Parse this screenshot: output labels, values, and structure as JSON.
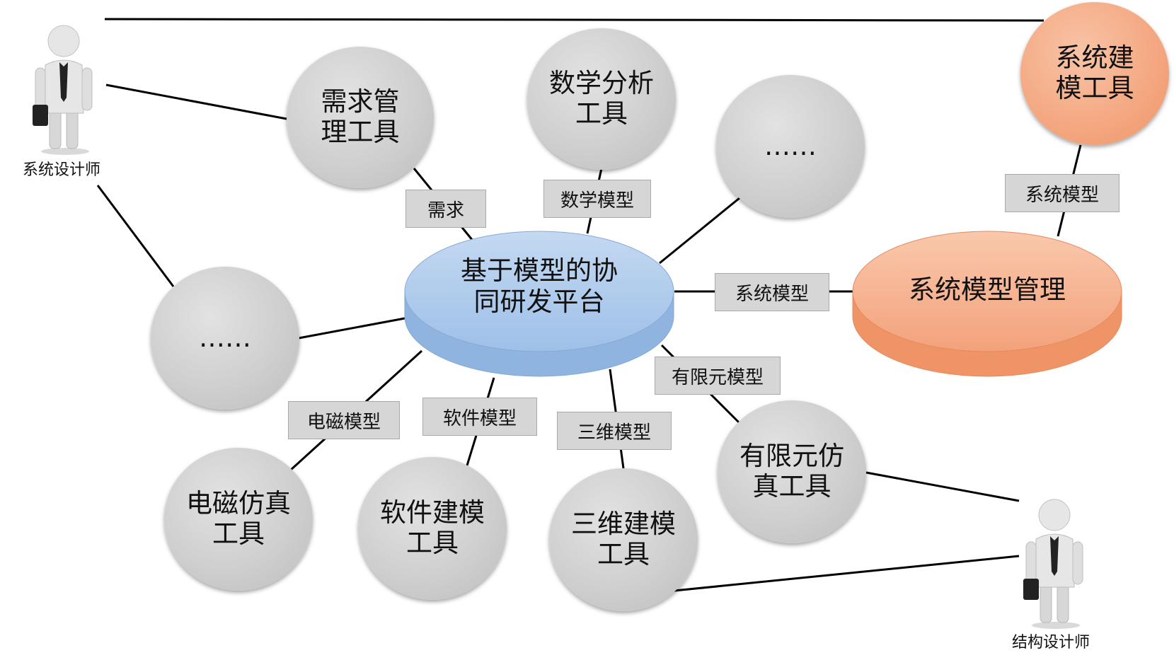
{
  "platform": {
    "label": "基于模型的协\n同研发平台"
  },
  "model_mgmt": {
    "label": "系统模型管理"
  },
  "tools": {
    "requirements": "需求管\n理工具",
    "math": "数学分析\n工具",
    "placeholder_top": "……",
    "placeholder_left": "……",
    "sysml": "系统建\n模工具",
    "em": "电磁仿真\n工具",
    "software": "软件建模\n工具",
    "cad3d": "三维建模\n工具",
    "fea": "有限元仿\n真工具"
  },
  "labels": {
    "req": "需求",
    "math_model": "数学模型",
    "sys_model_top": "系统模型",
    "sys_model_mid": "系统模型",
    "em_model": "电磁模型",
    "sw_model": "软件模型",
    "cad_model": "三维模型",
    "fea_model": "有限元模型"
  },
  "people": {
    "system_designer": "系统设计师",
    "structure_designer": "结构设计师"
  },
  "colors": {
    "tool_gray": "#cfcfcf",
    "platform_blue": "#a9c8ea",
    "orange": "#f4a780",
    "label_gray": "#d6d6d6",
    "line": "#000000"
  }
}
